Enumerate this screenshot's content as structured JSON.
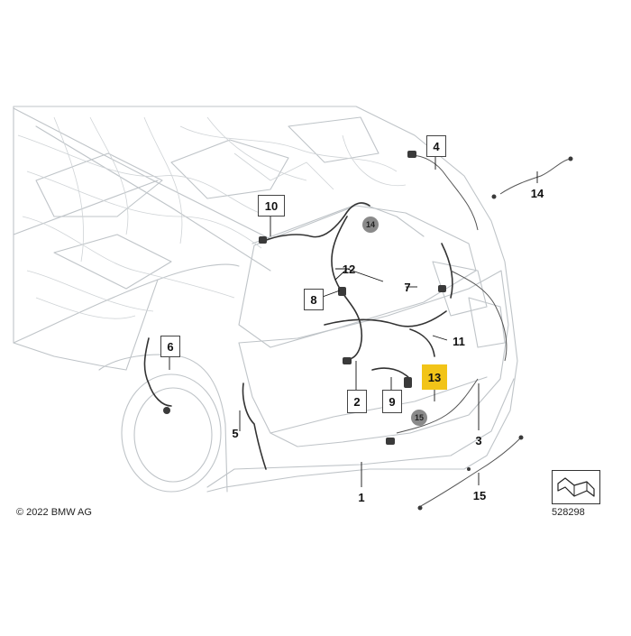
{
  "copyright": "© 2022 BMW AG",
  "diagram_number": "528298",
  "callouts": {
    "c1": "1",
    "c2": "2",
    "c3": "3",
    "c4": "4",
    "c5": "5",
    "c6": "6",
    "c7": "7",
    "c8": "8",
    "c9": "9",
    "c10": "10",
    "c11": "11",
    "c12": "12",
    "c13": "13",
    "c14": "14",
    "c15": "15",
    "circle14": "14",
    "circle15": "15"
  },
  "highlight_color": "#f2c418"
}
